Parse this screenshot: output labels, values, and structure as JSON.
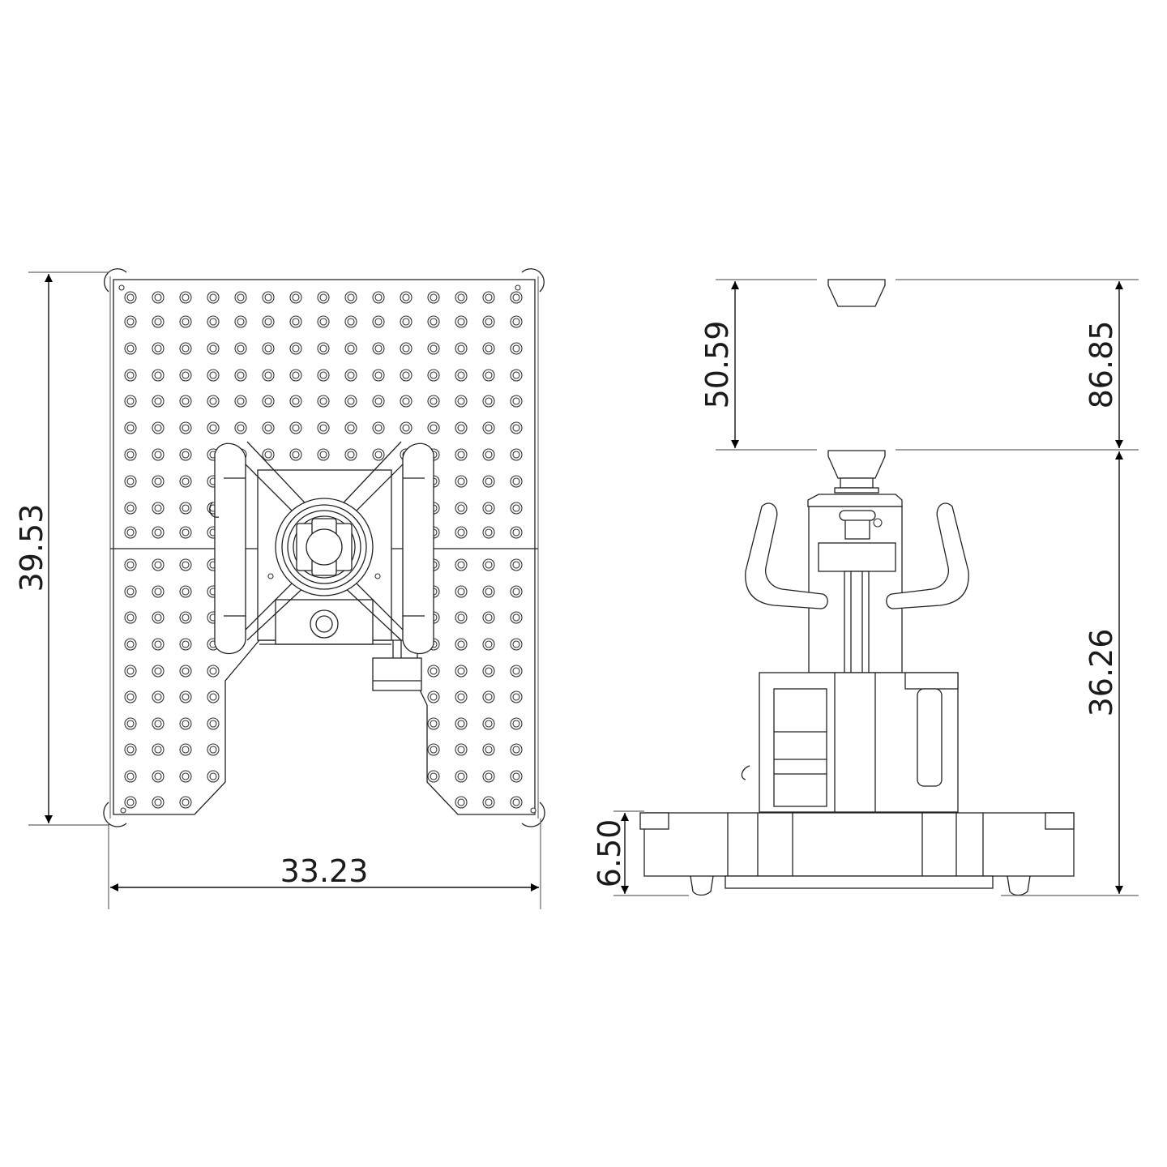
{
  "drawing": {
    "type": "technical dimension drawing",
    "views": [
      "top view",
      "front view"
    ]
  },
  "top_view": {
    "width_dimension": "33.23",
    "height_dimension": "39.53",
    "hole_grid": {
      "columns_x": [
        161,
        195,
        229,
        263,
        297,
        331,
        365,
        399,
        433,
        467,
        501,
        535,
        569,
        603,
        637
      ],
      "rows_y": [
        367,
        397,
        430,
        463,
        495,
        528,
        561,
        594,
        627,
        657,
        697,
        730,
        762,
        795,
        828,
        860,
        893,
        925,
        958,
        990
      ]
    }
  },
  "front_view": {
    "dim_stroke_left": "50.59",
    "dim_total_right": "86.85",
    "dim_column_right": "36.26",
    "dim_base_left": "6.50"
  },
  "colors": {
    "line": "#222222",
    "background": "#ffffff",
    "text": "#1a1a1a"
  }
}
